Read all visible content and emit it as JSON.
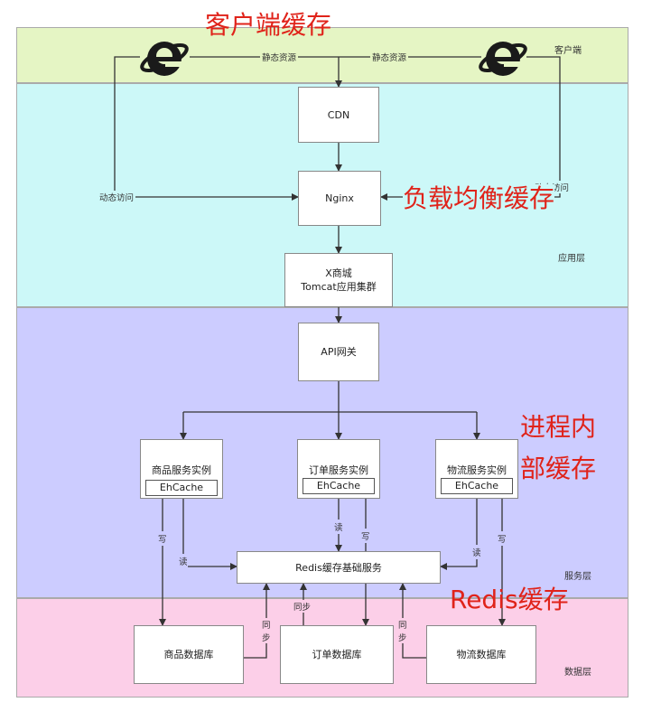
{
  "layers": {
    "client": "客户端",
    "app": "应用层",
    "service": "服务层",
    "data": "数据层"
  },
  "nodes": {
    "cdn": "CDN",
    "nginx": "Nginx",
    "tomcat_line1": "X商城",
    "tomcat_line2": "Tomcat应用集群",
    "api": "API网关",
    "product_svc": "商品服务实例",
    "order_svc": "订单服务实例",
    "logistics_svc": "物流服务实例",
    "ehcache": "EhCache",
    "redis": "Redis缓存基础服务",
    "product_db": "商品数据库",
    "order_db": "订单数据库",
    "logistics_db": "物流数据库"
  },
  "edge_labels": {
    "static_left": "静态资源",
    "static_right": "静态资源",
    "dynamic_left": "动态访问",
    "dynamic_right": "动态访问",
    "write": "写",
    "read": "读",
    "sync": "同步",
    "sync_v1": "同",
    "sync_v2": "步"
  },
  "annotations": {
    "client_cache": "客户端缓存",
    "lb_cache": "负载均衡缓存",
    "inproc_line1": "进程内",
    "inproc_line2": "部缓存",
    "redis_cache": "Redis缓存"
  },
  "colors": {
    "client_layer": "#e5f5c4",
    "app_layer": "#ccf8f8",
    "service_layer": "#ccccff",
    "data_layer": "#fccfe8",
    "annotation": "#e0231a",
    "ie_icon": "#222222"
  },
  "icons": [
    "ie-browser-icon",
    "ie-browser-icon"
  ]
}
